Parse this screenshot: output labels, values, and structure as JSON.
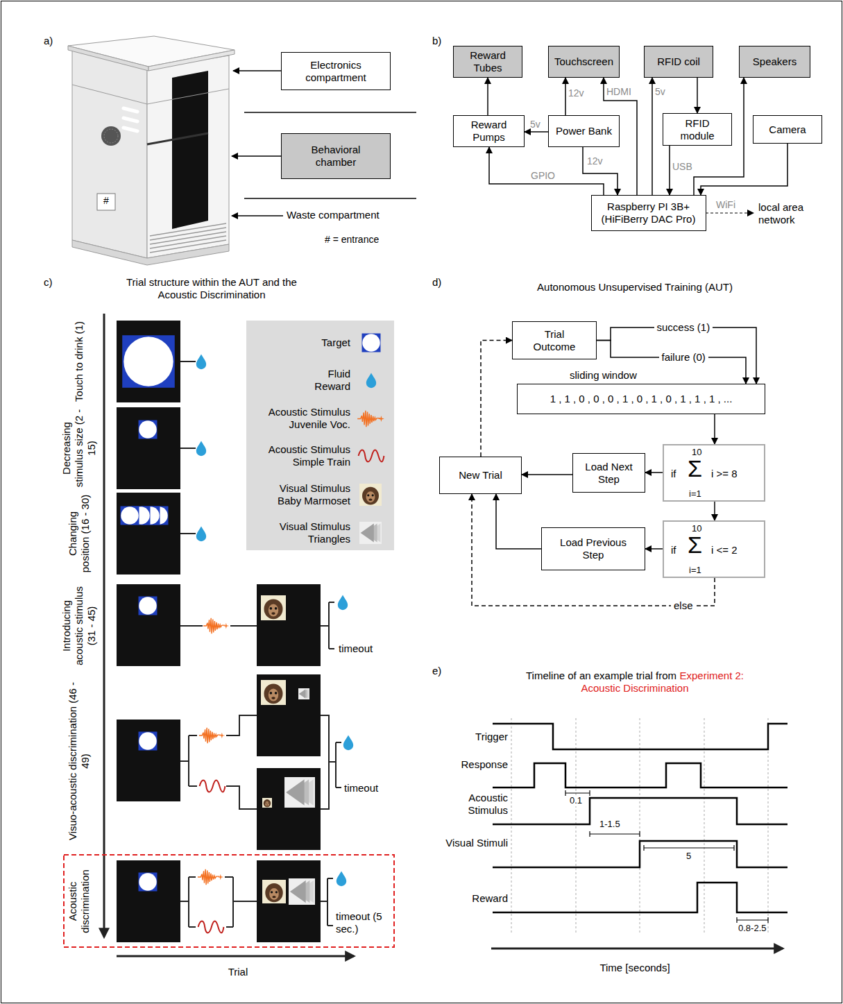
{
  "diagram": {
    "nodes": [
      {
        "text": [
          "Electronics compartment"
        ]
      },
      {
        "text": [
          "Behavioral chamber"
        ]
      },
      {
        "text": [
          "Reward Tubes"
        ]
      },
      {
        "text": [
          "Touchscreen"
        ]
      },
      {
        "text": [
          "RFID coil"
        ]
      },
      {
        "text": [
          "Speakers"
        ]
      },
      {
        "text": [
          "Reward Pumps"
        ]
      },
      {
        "text": [
          "Power Bank"
        ]
      },
      {
        "text": [
          "RFID module"
        ]
      },
      {
        "text": [
          "Camera"
        ]
      },
      {
        "text": [
          "Raspberry PI 3B+ (HiFiBerry DAC Pro)"
        ]
      },
      {
        "text": [
          "Trial Outcome"
        ]
      },
      {
        "text": [
          "sliding window",
          "1 , 1 , 0 , 0 , 0 , 1 , 0 , 1 , 0 , 1 , 1 , 1 , ..."
        ]
      },
      {
        "text": [
          "New Trial"
        ]
      },
      {
        "text": [
          "Load Next Step"
        ]
      },
      {
        "text": [
          "10",
          "if",
          "Σ",
          "i >= 8",
          "i=1"
        ]
      },
      {
        "text": [
          "Load Previous Step"
        ]
      },
      {
        "text": [
          "10",
          "if",
          "Σ",
          "i <= 2",
          "i=1"
        ]
      }
    ],
    "edges": [
      {
        "from": 6,
        "to": 2,
        "arrow": "to"
      },
      {
        "from": 7,
        "to": 6,
        "label": "5v",
        "arrow": "to"
      },
      {
        "from": 7,
        "to": 3,
        "label": "12v",
        "arrow": "to"
      },
      {
        "from": 10,
        "to": 3,
        "label": "HDMI",
        "arrow": "to"
      },
      {
        "from": 10,
        "to": 4,
        "label": "5v",
        "arrow": "to"
      },
      {
        "from": 4,
        "to": 8,
        "arrow": "to"
      },
      {
        "from": 8,
        "to": 10,
        "label": "USB",
        "arrow": "to"
      },
      {
        "from": 10,
        "to": 5,
        "arrow": "to"
      },
      {
        "from": 9,
        "to": 10,
        "arrow": "to"
      },
      {
        "from": 7,
        "to": 10,
        "label": "12v",
        "arrow": "to"
      },
      {
        "from": 10,
        "to": 6,
        "label": "GPIO",
        "arrow": "to"
      },
      {
        "from": 13,
        "to": 11,
        "arrow": "to"
      },
      {
        "from": 11,
        "to": 12,
        "label": "success (1)",
        "arrow": "to"
      },
      {
        "from": 11,
        "to": 12,
        "label": "failure (0)",
        "arrow": "to"
      },
      {
        "from": 12,
        "to": 15,
        "arrow": "to"
      },
      {
        "from": 15,
        "to": 14,
        "arrow": "to"
      },
      {
        "from": 14,
        "to": 13,
        "arrow": "to"
      },
      {
        "from": 15,
        "to": 17,
        "arrow": "to"
      },
      {
        "from": 17,
        "to": 16,
        "arrow": "to"
      },
      {
        "from": 16,
        "to": 13,
        "arrow": "to"
      },
      {
        "from": 17,
        "to": 13,
        "label": "else",
        "arrow": "to"
      }
    ],
    "labels": [
      "a)",
      "#",
      "Waste compartment",
      "# = entrance",
      "b)",
      "WiFi",
      "local area network",
      "c)",
      "Trial structure within the AUT and the Acoustic Discrimination",
      "Touch to drink (1)",
      "Decreasing stimulus size (2 - 15)",
      "Changing position (16 - 30)",
      "Introducing acoustic stimulus (31 - 45)",
      "Visuo-acoustic discrimination (46 - 49)",
      "Acoustic discrimination",
      "timeout",
      "timeout",
      "timeout (5 sec.)",
      "Trial",
      "d)",
      "Autonomous Unsupervised Training (AUT)",
      "e)",
      "Timeline of an example trial from",
      "Experiment 2: Acoustic Discrimination",
      "Trigger",
      "Response",
      "0.1",
      "Acoustic Stimulus",
      "1-1.5",
      "Visual Stimuli",
      "5",
      "Reward",
      "0.8-2.5",
      "Time [seconds]"
    ],
    "legend": [
      {
        "text": "Target"
      },
      {
        "text": "Fluid Reward"
      },
      {
        "text": "Acoustic Stimulus Juvenile Voc."
      },
      {
        "text": "Acoustic Stimulus Simple Train"
      },
      {
        "text": "Visual Stimulus Baby Marmoset"
      },
      {
        "text": "Visual Stimulus Triangles"
      }
    ]
  }
}
